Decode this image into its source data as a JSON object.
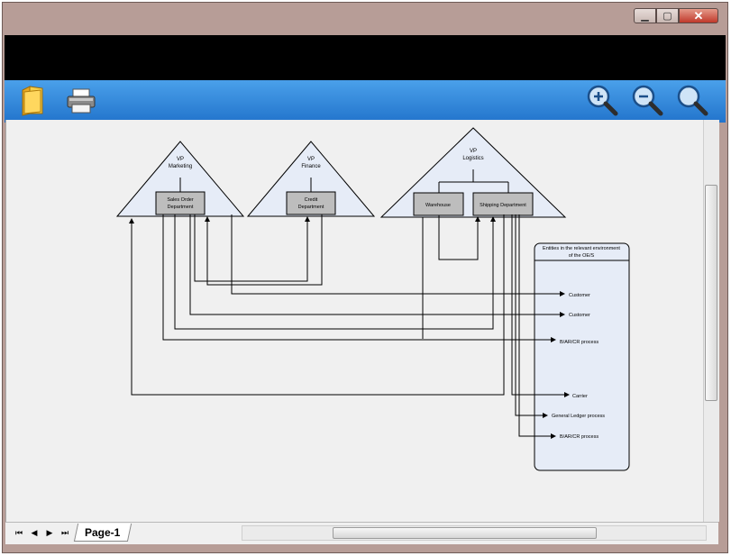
{
  "window": {
    "close_glyph": "✕",
    "minimize_glyph": "▁",
    "maximize_glyph": "▢"
  },
  "toolbar": {
    "icons": [
      "folder-icon",
      "printer-icon",
      "zoom-in-icon",
      "zoom-out-icon",
      "zoom-fit-icon"
    ]
  },
  "diagram": {
    "marketing": {
      "title1": "VP",
      "title2": "Marketing",
      "dept1": "Sales Order",
      "dept2": "Department"
    },
    "finance": {
      "title1": "VP",
      "title2": "Finance",
      "dept1": "Credit",
      "dept2": "Department"
    },
    "logistics": {
      "title1": "VP",
      "title2": "Logistics",
      "warehouse": "Warehouse",
      "shipping": "Shipping Department"
    },
    "entities": {
      "header1": "Entities in the relevant environment",
      "header2": "of the OE/S",
      "customer1": "Customer",
      "customer2": "Customer",
      "barcr1": "B/AR/CR process",
      "carrier": "Carrier",
      "general_ledger": "General Ledger process",
      "barcr2": "B/AR/CR process"
    }
  },
  "footer": {
    "page_tab": "Page-1",
    "nav": [
      "⏮",
      "◀",
      "▶",
      "⏭"
    ]
  },
  "colors": {
    "toolbar": "#2a7fd4",
    "shape_fill": "#e6ecf7",
    "dept_fill": "#bdbdbd"
  }
}
